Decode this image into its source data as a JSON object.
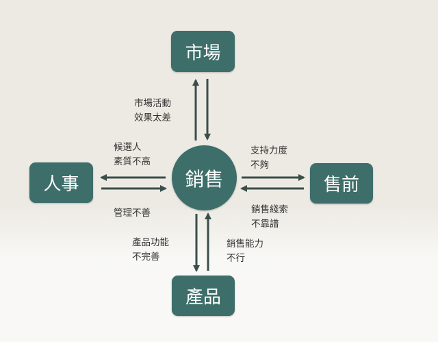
{
  "nodes": {
    "top": "市場",
    "left": "人事",
    "right": "售前",
    "bottom": "產品",
    "center": "銷售"
  },
  "labels": {
    "top": [
      "市場活動",
      "效果太差"
    ],
    "left_upper": [
      "候選人",
      "素質不高"
    ],
    "left_lower": [
      "管理不善"
    ],
    "right_upper": [
      "支持力度",
      "不夠"
    ],
    "right_lower": [
      "銷售綫索",
      "不靠譜"
    ],
    "bottom_left": [
      "產品功能",
      "不完善"
    ],
    "bottom_right": [
      "銷售能力",
      "不行"
    ]
  },
  "colors": {
    "node": "#3d6e6a",
    "arrow": "#3a4e4b",
    "background": "#eceae3"
  }
}
